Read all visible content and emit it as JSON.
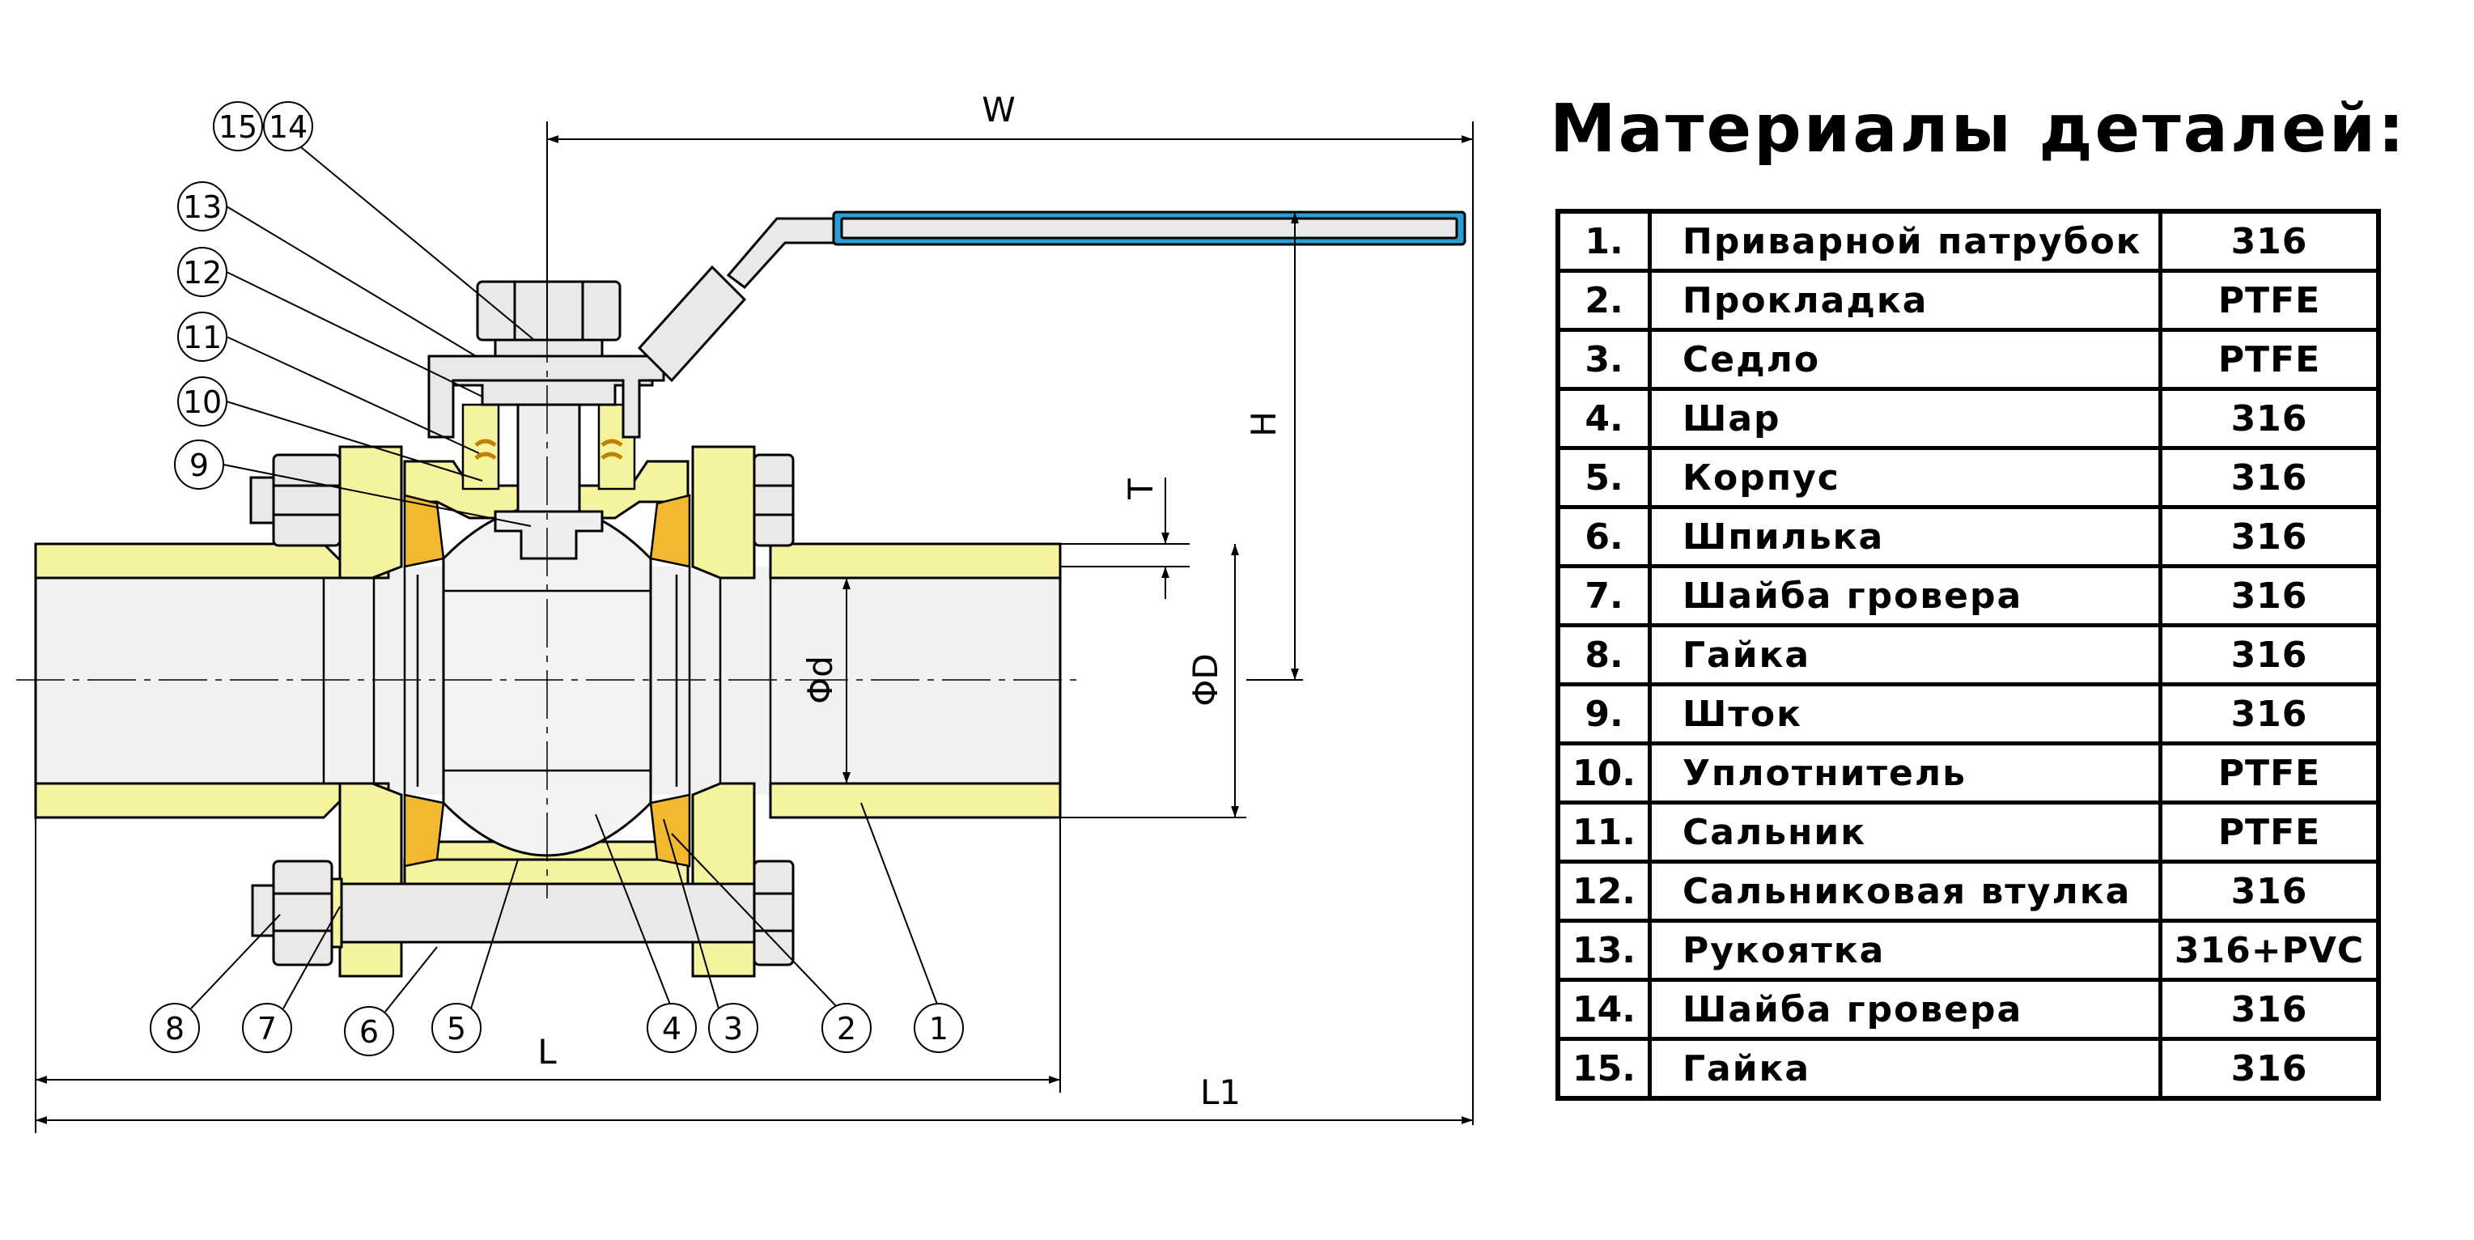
{
  "title": "Материалы деталей:",
  "parts": [
    {
      "num": "1.",
      "name": "Приварной патрубок",
      "material": "316"
    },
    {
      "num": "2.",
      "name": "Прокладка",
      "material": "PTFE"
    },
    {
      "num": "3.",
      "name": "Седло",
      "material": "PTFE"
    },
    {
      "num": "4.",
      "name": "Шар",
      "material": "316"
    },
    {
      "num": "5.",
      "name": "Корпус",
      "material": "316"
    },
    {
      "num": "6.",
      "name": "Шпилька",
      "material": "316"
    },
    {
      "num": "7.",
      "name": "Шайба гровера",
      "material": "316"
    },
    {
      "num": "8.",
      "name": "Гайка",
      "material": "316"
    },
    {
      "num": "9.",
      "name": "Шток",
      "material": "316"
    },
    {
      "num": "10.",
      "name": "Уплотнитель",
      "material": "PTFE"
    },
    {
      "num": "11.",
      "name": "Сальник",
      "material": "PTFE"
    },
    {
      "num": "12.",
      "name": "Сальниковая втулка",
      "material": "316"
    },
    {
      "num": "13.",
      "name": "Рукоятка",
      "material": "316+PVC"
    },
    {
      "num": "14.",
      "name": "Шайба гровера",
      "material": "316"
    },
    {
      "num": "15.",
      "name": "Гайка",
      "material": "316"
    }
  ],
  "dimensions": {
    "w": "W",
    "h": "H",
    "t": "T",
    "phi_d": "Φd",
    "phi_D": "ΦD",
    "l": "L",
    "l1": "L1"
  },
  "callouts": {
    "c1": "1",
    "c2": "2",
    "c3": "3",
    "c4": "4",
    "c5": "5",
    "c6": "6",
    "c7": "7",
    "c8": "8",
    "c9": "9",
    "c10": "10",
    "c11": "11",
    "c12": "12",
    "c13": "13",
    "c14": "14",
    "c15": "15"
  },
  "colors": {
    "body_fill": "#f5f3a0",
    "seat_fill": "#f2b830",
    "handle_grip": "#2a9fd6",
    "metal_fill": "#e9e9e9",
    "line": "#000000"
  }
}
